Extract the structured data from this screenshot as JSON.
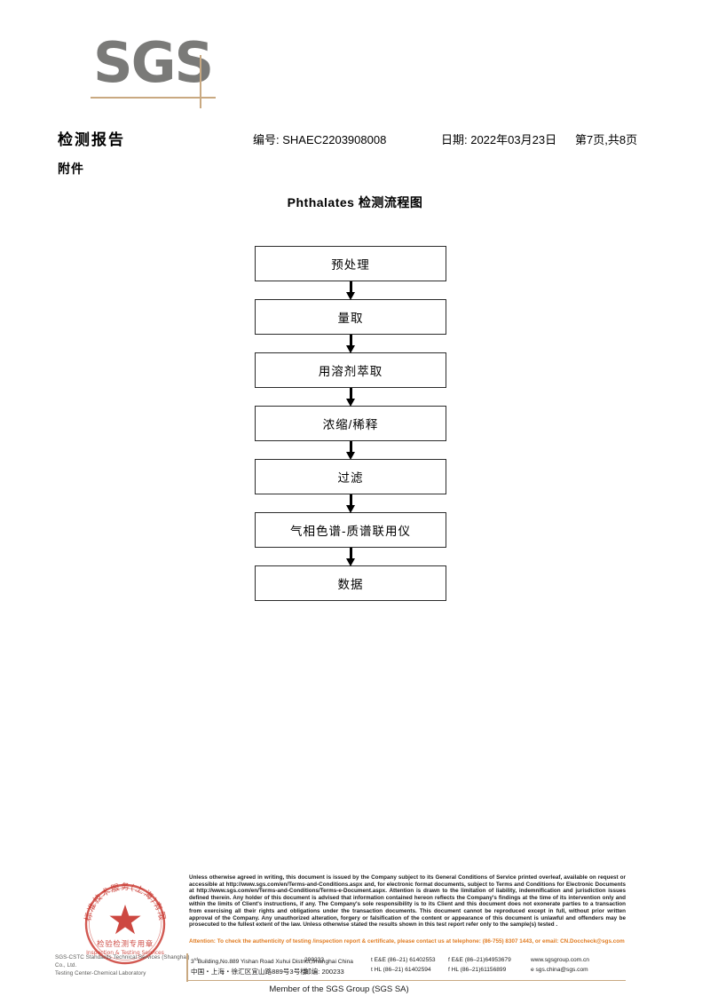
{
  "logo": {
    "text": "SGS",
    "rule_color": "#c9a981",
    "text_color": "#7a7a78"
  },
  "header": {
    "doc_title": "检测报告",
    "doc_subtitle": "附件",
    "report_no": "编号: SHAEC2203908008",
    "date": "日期: 2022年03月23日",
    "page": "第7页,共8页"
  },
  "flowchart": {
    "title": "Phthalates 检测流程图",
    "steps": [
      {
        "label": "预处理"
      },
      {
        "label": "量取"
      },
      {
        "label": "用溶剂萃取"
      },
      {
        "label": "浓缩/稀释"
      },
      {
        "label": "过滤"
      },
      {
        "label": "气相色谱-质谱联用仪"
      },
      {
        "label": "数据"
      }
    ]
  },
  "seal": {
    "outer_text": "上海标准技术服务(上海)有限公司",
    "line1": "检验检测专用章",
    "line2": "Inspection & Testing Services",
    "color": "#c8342c"
  },
  "company": {
    "name_en": "SGS-CSTC Standards Technical Services (Shanghai) Co., Ltd.",
    "name_en2": "Testing Center-Chemical Laboratory"
  },
  "footer": {
    "legal": "Unless otherwise agreed in writing, this document is issued by the Company subject to its General Conditions of Service printed overleaf, available on request or accessible at http://www.sgs.com/en/Terms-and-Conditions.aspx and, for electronic format documents, subject to Terms and Conditions for Electronic Documents at http://www.sgs.com/en/Terms-and-Conditions/Terms-e-Document.aspx. Attention is drawn to the limitation of liability, indemnification and jurisdiction issues defined therein. Any holder of this document is advised that information contained hereon reflects the Company's findings at the time of its intervention only and within the limits of Client's instructions, if any. The Company's sole responsibility is to its Client and this document does not exonerate parties to a transaction from exercising all their rights and obligations under the transaction documents. This document cannot be reproduced except in full, without prior written approval of the Company. Any unauthorized alteration, forgery or falsification of the content or appearance of this document is unlawful and offenders may be prosecuted to the fullest extent of the law. Unless otherwise stated the results shown in this test report refer only to the sample(s) tested .",
    "attention": "Attention: To check the authenticity of testing /inspection report & certificate, please contact us at telephone: (86-755) 8307 1443, or email: CN.Doccheck@sgs.com",
    "attention_color": "#e07b20",
    "address_en": "Building,No.889 Yishan Road Xuhui District,Shanghai China",
    "address_en_sup": "3",
    "address_en_sup_mark": "rd",
    "address_cn": "中国・上海・徐汇区宜山路889号3号楼",
    "postcode_en": "200233",
    "postcode_cn_label": "邮编:",
    "postcode_cn": "200233",
    "tel_ee_1": "t E&E (86–21) 61402553",
    "tel_ee_2": "f E&E (86–21)64953679",
    "tel_hl_1": "t HL (86–21) 61402594",
    "tel_hl_2": "f HL (86–21)61156899",
    "website": "www.sgsgroup.com.cn",
    "email": "e  sgs.china@sgs.com",
    "member": "Member of the SGS Group (SGS SA)"
  }
}
